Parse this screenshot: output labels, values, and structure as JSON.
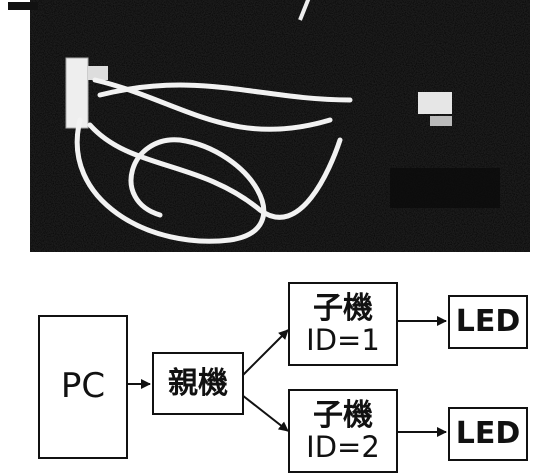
{
  "diagram": {
    "pc_label": "PC",
    "parent_label": "親機",
    "child1": {
      "name": "子機",
      "id": "ID=1"
    },
    "child2": {
      "name": "子機",
      "id": "ID=2"
    },
    "led1_label": "LED",
    "led2_label": "LED"
  },
  "photo": {
    "icon": "device-photo"
  }
}
